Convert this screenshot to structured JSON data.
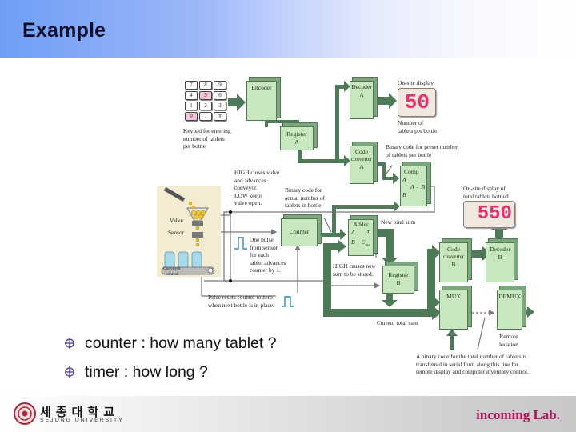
{
  "slide": {
    "title": "Example"
  },
  "diagram": {
    "keypad": {
      "keys": [
        "7",
        "8",
        "9",
        "4",
        "5",
        "6",
        "1",
        "2",
        "3",
        "0",
        ".",
        "#"
      ],
      "highlighted": [
        "5",
        "0"
      ],
      "caption_lines": [
        "Keypad for entering",
        "number of tablets",
        "per bottle"
      ]
    },
    "blocks": {
      "encoder": "Encoder",
      "register_a": [
        "Register",
        "A"
      ],
      "decoder_a": [
        "Decoder",
        "A"
      ],
      "code_converter_a": [
        "Code",
        "converter",
        "A"
      ],
      "comp": [
        "Comp",
        "A",
        "A = B",
        "B"
      ],
      "counter": "Counter",
      "adder": [
        "Adder",
        "A",
        "Σ",
        "B",
        "C",
        "out"
      ],
      "register_b": [
        "Register",
        "B"
      ],
      "code_converter_b": [
        "Code",
        "converter",
        "B"
      ],
      "decoder_b": [
        "Decoder",
        "B"
      ],
      "mux": "MUX",
      "demux": "DEMUX"
    },
    "displays": {
      "display_a": {
        "value": "50",
        "title": "On-site display",
        "caption_lines": [
          "Number of",
          "tablets per bottle"
        ]
      },
      "display_b": {
        "value": "550",
        "title_lines": [
          "On-site display of",
          "total tablets bottled"
        ]
      }
    },
    "machine": {
      "valve": "Valve",
      "sensor": "Sensor",
      "conveyor_lines": [
        "Conveyor",
        "control"
      ]
    },
    "annotations": {
      "high_closes": [
        "HIGH closes valve",
        "and advances",
        "conveyor.",
        "LOW keeps",
        "valve open."
      ],
      "binary_actual": [
        "Binary code for",
        "actual number of",
        "tablets in bottle"
      ],
      "binary_preset": [
        "Binary code for preset number",
        "of tablets per bottle"
      ],
      "one_pulse": [
        "One pulse",
        "from sensor",
        "for each",
        "tablet advances",
        "counter by 1."
      ],
      "new_total_sum": "New total sum",
      "high_causes": [
        "HIGH causes new",
        "sum to be stored."
      ],
      "pulse_resets": [
        "Pulse resets counter to zero",
        "when next bottle is in place."
      ],
      "current_total_sum": "Current total sum",
      "remote_location": [
        "Remote",
        "location"
      ],
      "binary_serial": [
        "A binary code for the total number of tablets is",
        "transferred in serial form along this line for",
        "remote display and computer inventory control."
      ]
    }
  },
  "bullets": [
    {
      "text": "counter : how many tablet ?"
    },
    {
      "text": "timer : how long ?"
    }
  ],
  "footer": {
    "university_kr": "세종대학교",
    "university_en": "SEJONG UNIVERSITY",
    "lab": "incoming Lab."
  },
  "colors": {
    "title_gradient_start": "#6f9ef5",
    "block_fill": "#c9e7bf",
    "arrow_green": "#4f7a58",
    "display_digits": "#e5336f",
    "lab_text": "#b0165d",
    "bullet_icon": "#4b3c8c"
  }
}
